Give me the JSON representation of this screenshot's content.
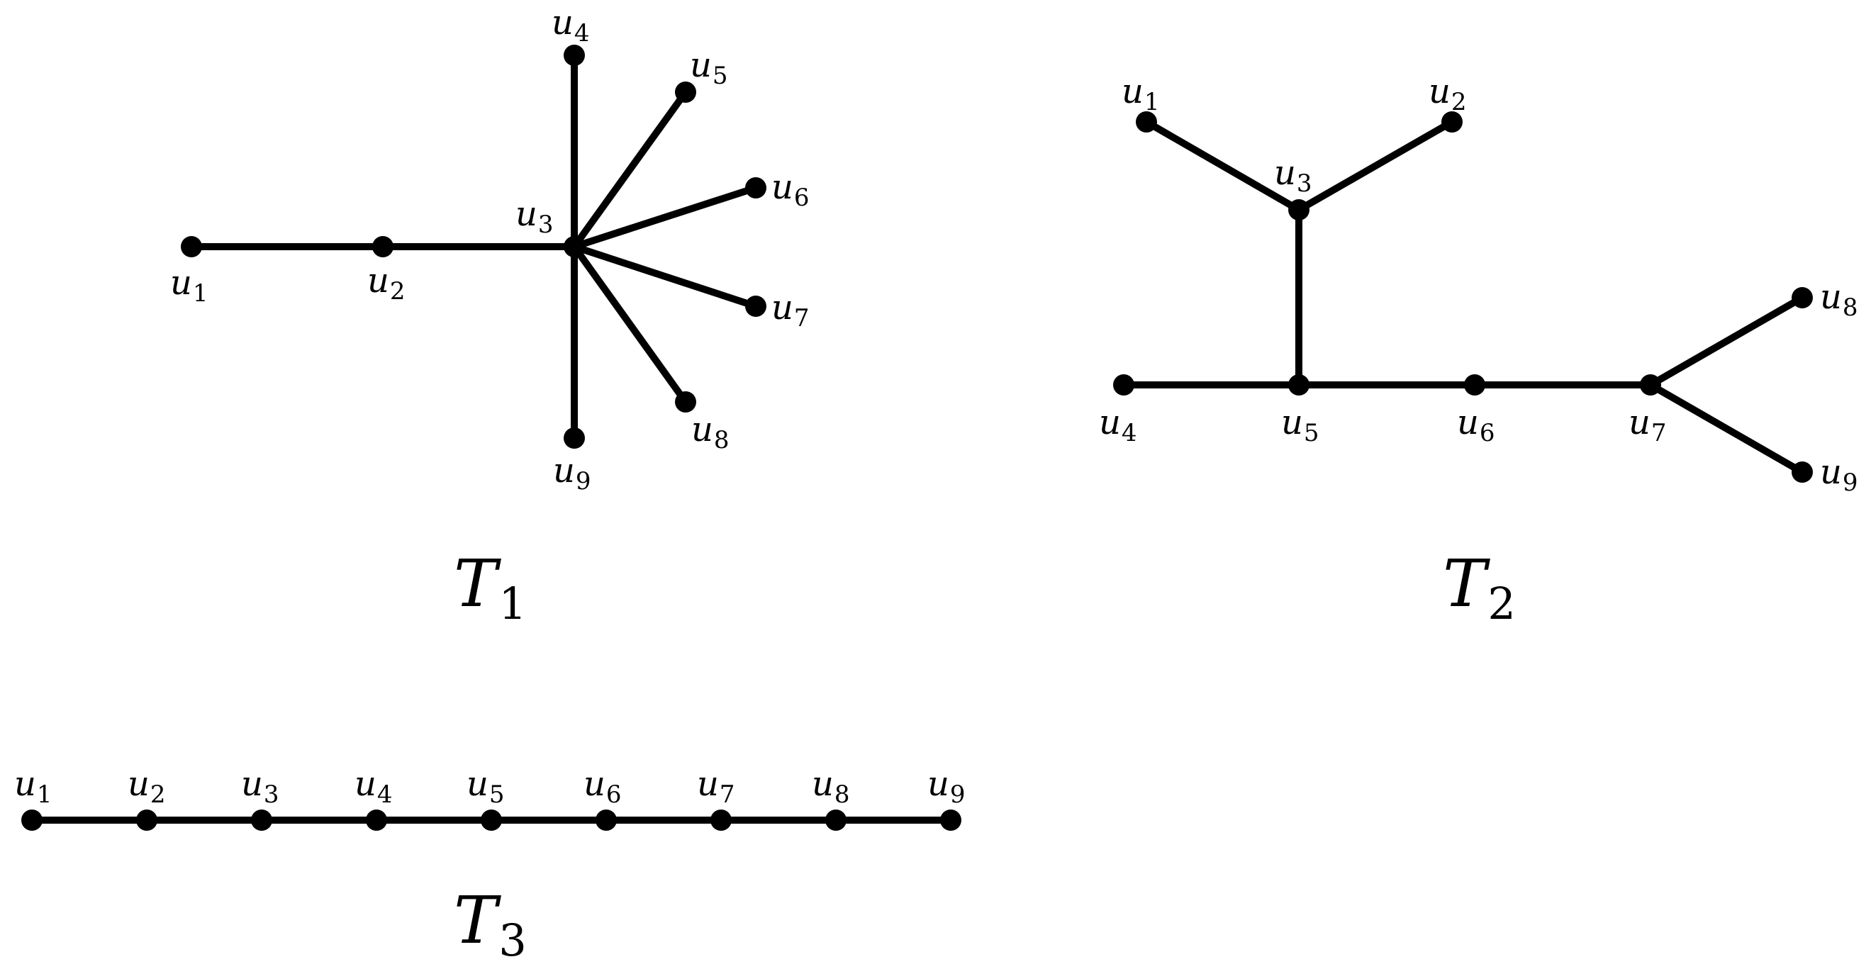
{
  "trees": [
    {
      "id": "t1",
      "label": {
        "base": "T",
        "sub": "1"
      },
      "vertices": [
        {
          "id": "u1",
          "base": "u",
          "sub": "1"
        },
        {
          "id": "u2",
          "base": "u",
          "sub": "2"
        },
        {
          "id": "u3",
          "base": "u",
          "sub": "3"
        },
        {
          "id": "u4",
          "base": "u",
          "sub": "4"
        },
        {
          "id": "u5",
          "base": "u",
          "sub": "5"
        },
        {
          "id": "u6",
          "base": "u",
          "sub": "6"
        },
        {
          "id": "u7",
          "base": "u",
          "sub": "7"
        },
        {
          "id": "u8",
          "base": "u",
          "sub": "8"
        },
        {
          "id": "u9",
          "base": "u",
          "sub": "9"
        }
      ],
      "edges": [
        [
          "u1",
          "u2"
        ],
        [
          "u2",
          "u3"
        ],
        [
          "u3",
          "u4"
        ],
        [
          "u3",
          "u5"
        ],
        [
          "u3",
          "u6"
        ],
        [
          "u3",
          "u7"
        ],
        [
          "u3",
          "u8"
        ],
        [
          "u3",
          "u9"
        ]
      ]
    },
    {
      "id": "t2",
      "label": {
        "base": "T",
        "sub": "2"
      },
      "vertices": [
        {
          "id": "u1",
          "base": "u",
          "sub": "1"
        },
        {
          "id": "u2",
          "base": "u",
          "sub": "2"
        },
        {
          "id": "u3",
          "base": "u",
          "sub": "3"
        },
        {
          "id": "u4",
          "base": "u",
          "sub": "4"
        },
        {
          "id": "u5",
          "base": "u",
          "sub": "5"
        },
        {
          "id": "u6",
          "base": "u",
          "sub": "6"
        },
        {
          "id": "u7",
          "base": "u",
          "sub": "7"
        },
        {
          "id": "u8",
          "base": "u",
          "sub": "8"
        },
        {
          "id": "u9",
          "base": "u",
          "sub": "9"
        }
      ],
      "edges": [
        [
          "u1",
          "u3"
        ],
        [
          "u2",
          "u3"
        ],
        [
          "u3",
          "u5"
        ],
        [
          "u4",
          "u5"
        ],
        [
          "u5",
          "u6"
        ],
        [
          "u6",
          "u7"
        ],
        [
          "u7",
          "u8"
        ],
        [
          "u7",
          "u9"
        ]
      ]
    },
    {
      "id": "t3",
      "label": {
        "base": "T",
        "sub": "3"
      },
      "vertices": [
        {
          "id": "u1",
          "base": "u",
          "sub": "1"
        },
        {
          "id": "u2",
          "base": "u",
          "sub": "2"
        },
        {
          "id": "u3",
          "base": "u",
          "sub": "3"
        },
        {
          "id": "u4",
          "base": "u",
          "sub": "4"
        },
        {
          "id": "u5",
          "base": "u",
          "sub": "5"
        },
        {
          "id": "u6",
          "base": "u",
          "sub": "6"
        },
        {
          "id": "u7",
          "base": "u",
          "sub": "7"
        },
        {
          "id": "u8",
          "base": "u",
          "sub": "8"
        },
        {
          "id": "u9",
          "base": "u",
          "sub": "9"
        }
      ],
      "edges": [
        [
          "u1",
          "u2"
        ],
        [
          "u2",
          "u3"
        ],
        [
          "u3",
          "u4"
        ],
        [
          "u4",
          "u5"
        ],
        [
          "u5",
          "u6"
        ],
        [
          "u6",
          "u7"
        ],
        [
          "u7",
          "u8"
        ],
        [
          "u8",
          "u9"
        ]
      ]
    }
  ]
}
